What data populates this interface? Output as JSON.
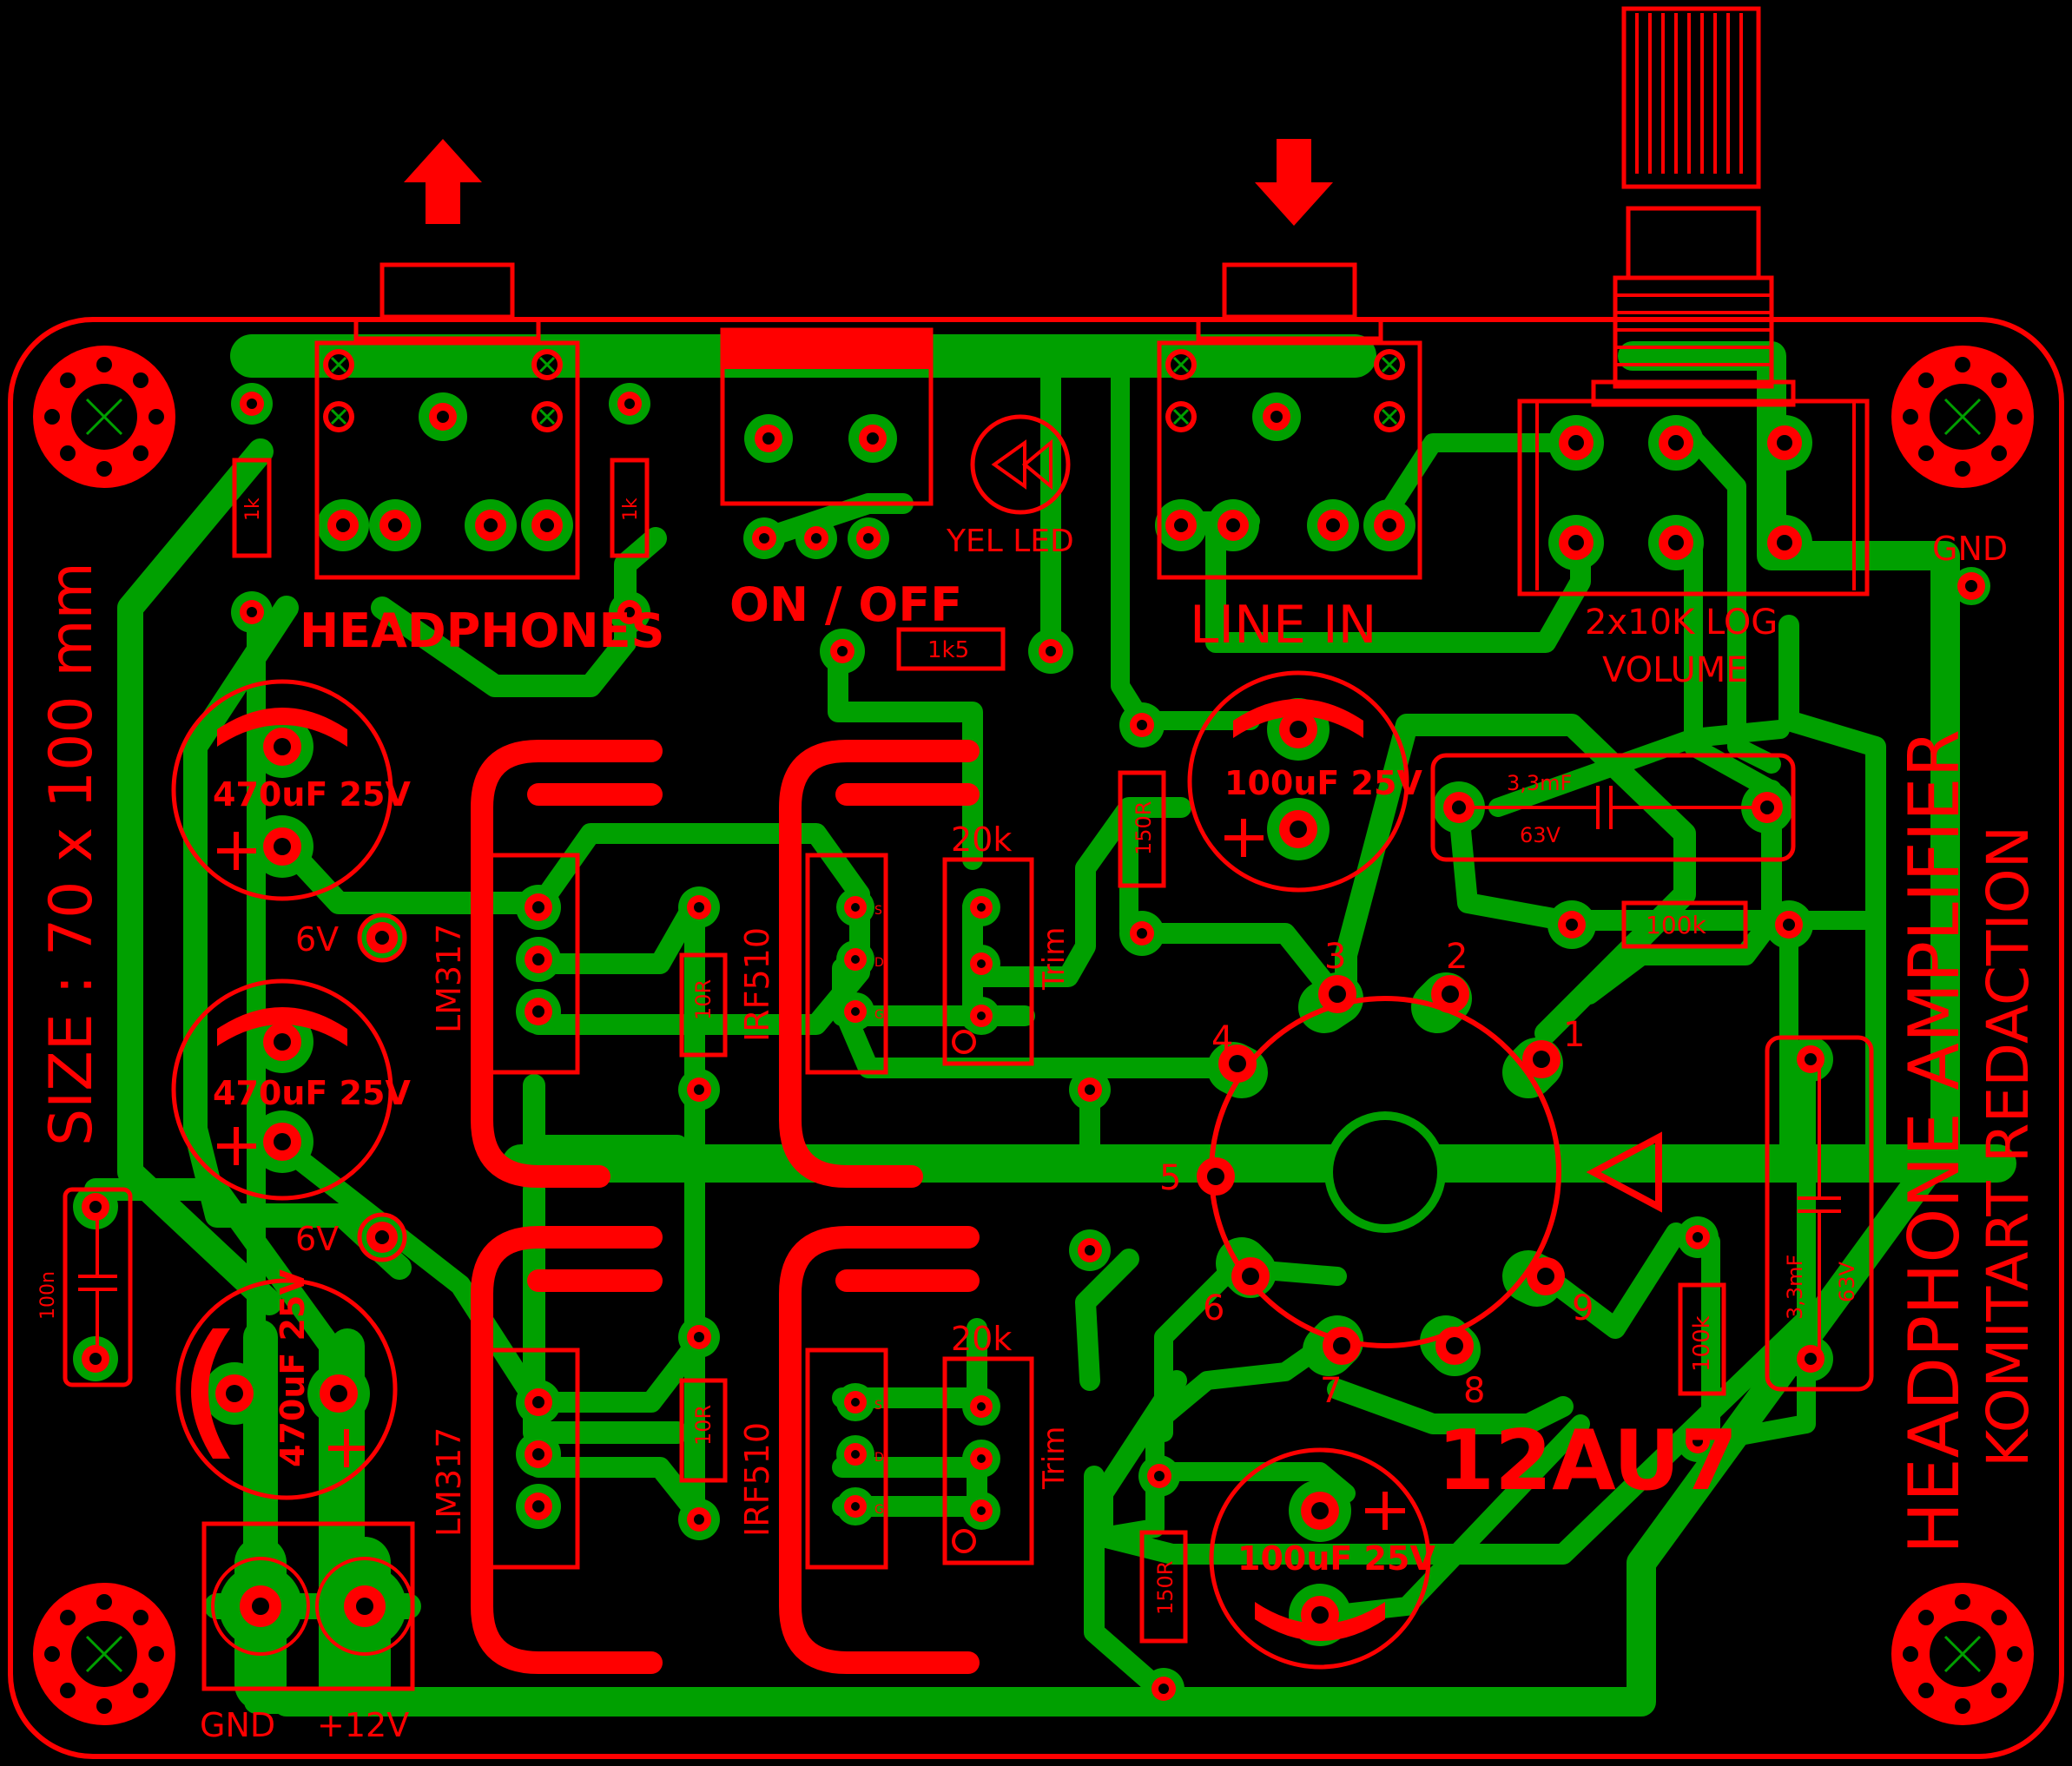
{
  "colors": {
    "background": "#000000",
    "copper": "#00a000",
    "silkscreen": "#ff0000",
    "pad_hole": "#000000"
  },
  "labels": {
    "headphones": "HEADPHONES",
    "on_off": "ON / OFF",
    "led": "YEL LED",
    "line_in": "LINE IN",
    "volume_line1": "2x10K LOG",
    "volume_line2": "VOLUME",
    "gnd_right": "GND",
    "size": "SIZE : 70 x 100 mm",
    "title": "HEADPHONE AMPLIFIER",
    "subtitle": "KOMITART REDACTION",
    "gnd_bottom": "GND",
    "v12": "+12V",
    "tube": "12AU7",
    "v6_a": "6V",
    "v6_b": "6V"
  },
  "components": {
    "c470_a": "470uF 25V",
    "c470_b": "470uF 25V",
    "c470_c": "470uF 25V",
    "c100_a": "100uF 25V",
    "c100_b": "100uF 25V",
    "c100n": "100n",
    "c33m_a": "3,3mF",
    "c33m_a_v": "63V",
    "c33m_b": "3,3mF",
    "c33m_b_v": "63V",
    "r1k_a": "1k",
    "r1k_b": "1k",
    "r1k5": "1k5",
    "r150_a": "150R",
    "r150_b": "150R",
    "r10_a": "10R",
    "r10_b": "10R",
    "r100k_a": "100k",
    "r100k_b": "100k",
    "lm317_a": "LM317",
    "lm317_b": "LM317",
    "irf510_a": "IRF510",
    "irf510_b": "IRF510",
    "trim_a": "20k",
    "trim_a_name": "Trim",
    "trim_b": "20k",
    "trim_b_name": "Trim",
    "mos_pin_s": "S",
    "mos_pin_d": "D",
    "mos_pin_g": "G"
  },
  "tube_pins": [
    "1",
    "2",
    "3",
    "4",
    "5",
    "6",
    "7",
    "8",
    "9"
  ]
}
